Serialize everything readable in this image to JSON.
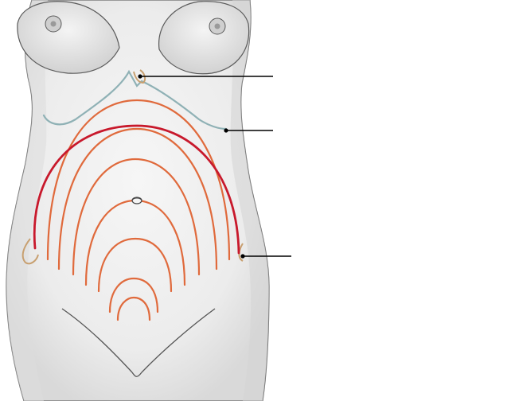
{
  "figure": {
    "type": "anatomical-illustration",
    "subject": "torso-front-view",
    "colors": {
      "background": "#ffffff",
      "skin_fill": "#f0f0f0",
      "skin_shade": "#d6d6d6",
      "outline": "#5a5a5a",
      "rib_margin": "#8fb1b5",
      "landmark": "#c8a070",
      "contour": "#e06a3c",
      "contour_highlight": "#c8192c",
      "leader_line": "#000000"
    },
    "contour_count": 8,
    "highlighted_contour_count": 1,
    "leader_line_count": 3
  }
}
